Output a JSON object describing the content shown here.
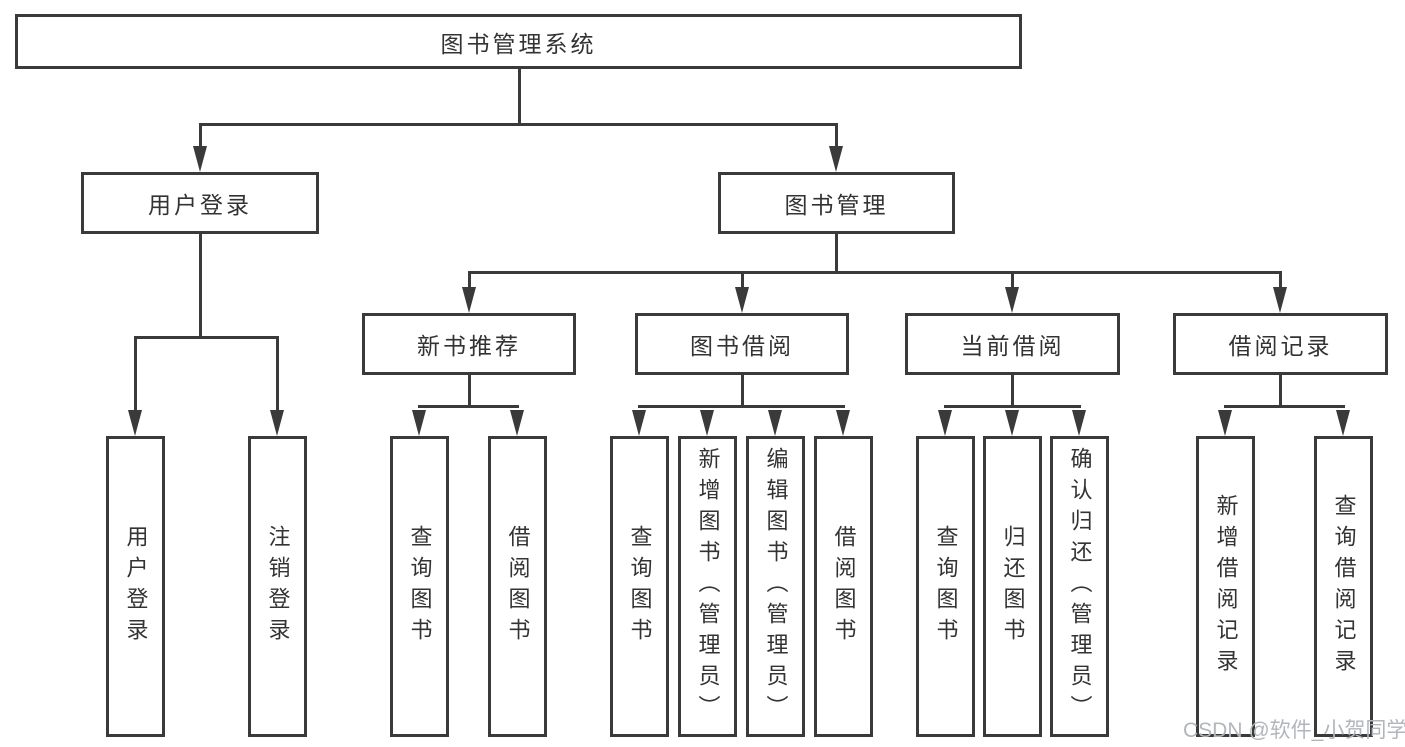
{
  "diagram": {
    "type": "function-tree",
    "root": {
      "label": "图书管理系统",
      "children": [
        {
          "label": "用户登录",
          "children": [
            {
              "label": "用户登录"
            },
            {
              "label": "注销登录"
            }
          ]
        },
        {
          "label": "图书管理",
          "children": [
            {
              "label": "新书推荐",
              "children": [
                {
                  "label": "查询图书"
                },
                {
                  "label": "借阅图书"
                }
              ]
            },
            {
              "label": "图书借阅",
              "children": [
                {
                  "label": "查询图书"
                },
                {
                  "label": "新增图书（管理员）"
                },
                {
                  "label": "编辑图书（管理员）"
                },
                {
                  "label": "借阅图书"
                }
              ]
            },
            {
              "label": "当前借阅",
              "children": [
                {
                  "label": "查询图书"
                },
                {
                  "label": "归还图书"
                },
                {
                  "label": "确认归还（管理员）"
                }
              ]
            },
            {
              "label": "借阅记录",
              "children": [
                {
                  "label": "新增借阅记录"
                },
                {
                  "label": "查询借阅记录"
                }
              ]
            }
          ]
        }
      ]
    }
  },
  "watermark": {
    "text": "CSDN @软件_小贺同学"
  },
  "colors": {
    "line": "#3a3a3a",
    "text": "#333333",
    "watermark": "#b2b6bc",
    "background": "#ffffff"
  }
}
